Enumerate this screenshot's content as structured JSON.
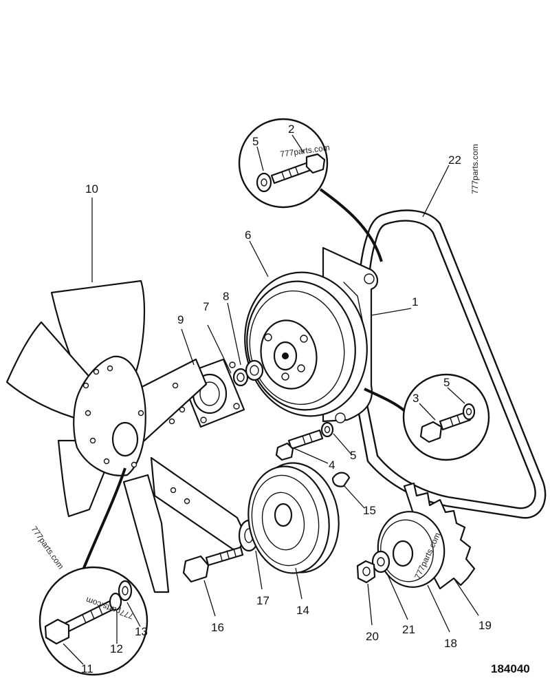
{
  "diagram": {
    "reference_number": "184040",
    "watermarks": [
      "777parts.com",
      "777parts.com",
      "777parts.com",
      "777parts.com",
      "777parts.com"
    ],
    "callouts": [
      {
        "id": "c1",
        "label": "1"
      },
      {
        "id": "c2",
        "label": "2"
      },
      {
        "id": "c3",
        "label": "3"
      },
      {
        "id": "c4",
        "label": "4"
      },
      {
        "id": "c5a",
        "label": "5"
      },
      {
        "id": "c5b",
        "label": "5"
      },
      {
        "id": "c5c",
        "label": "5"
      },
      {
        "id": "c6",
        "label": "6"
      },
      {
        "id": "c7",
        "label": "7"
      },
      {
        "id": "c8",
        "label": "8"
      },
      {
        "id": "c9",
        "label": "9"
      },
      {
        "id": "c10",
        "label": "10"
      },
      {
        "id": "c11",
        "label": "11"
      },
      {
        "id": "c12",
        "label": "12"
      },
      {
        "id": "c13",
        "label": "13"
      },
      {
        "id": "c14",
        "label": "14"
      },
      {
        "id": "c15",
        "label": "15"
      },
      {
        "id": "c16",
        "label": "16"
      },
      {
        "id": "c17",
        "label": "17"
      },
      {
        "id": "c18",
        "label": "18"
      },
      {
        "id": "c19",
        "label": "19"
      },
      {
        "id": "c20",
        "label": "20"
      },
      {
        "id": "c21",
        "label": "21"
      },
      {
        "id": "c22",
        "label": "22"
      }
    ]
  }
}
